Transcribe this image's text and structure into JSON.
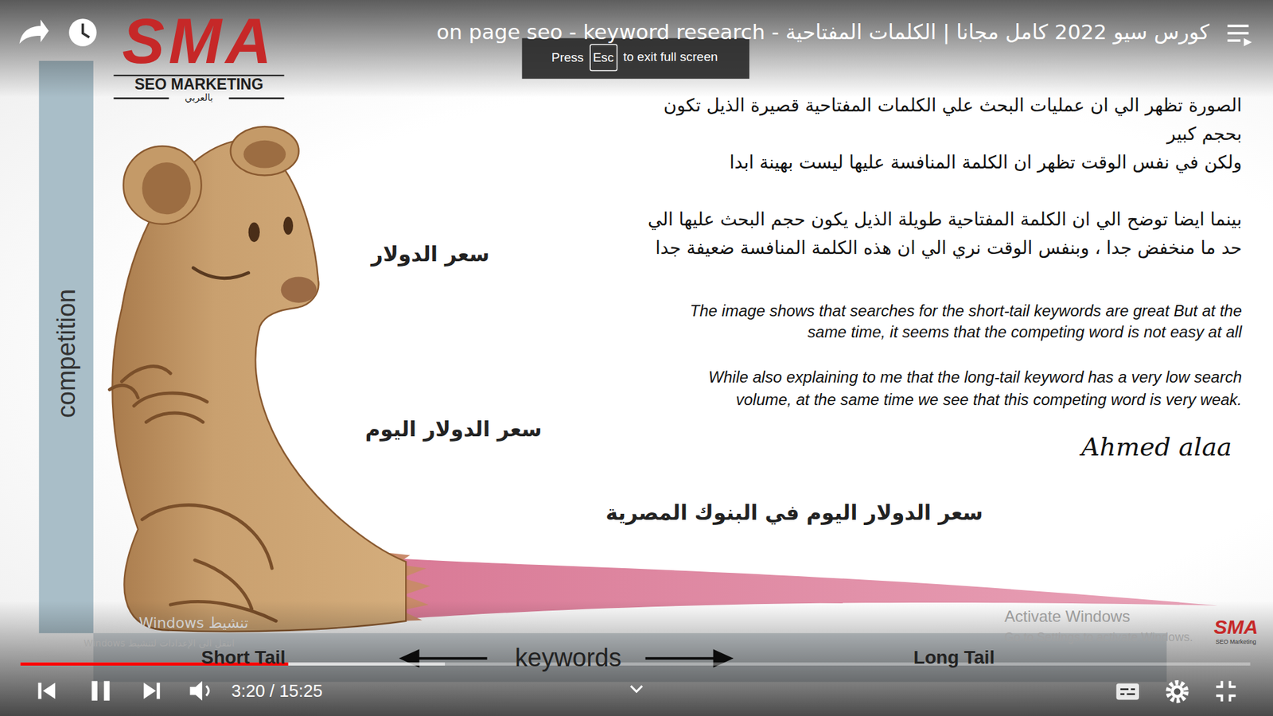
{
  "diagram": {
    "title": "كورس سيو 2022 كامل مجانا | الكلمات المفتاحية - on page seo - keyword research",
    "nodes": [
      {
        "text": [
          "competition"
        ]
      },
      {
        "text": [
          "Short Tail",
          "keywords",
          "Long Tail"
        ]
      }
    ],
    "labels": [
      "Press",
      "Esc",
      "to exit full screen",
      "SMA",
      "SEO MARKETING",
      "بالعربي",
      "الصورة تظهر الي ان عمليات البحث علي الكلمات المفتاحية قصيرة الذيل تكون بحجم كبير",
      "ولكن في نفس الوقت تظهر ان الكلمة المنافسة عليها ليست بهينة ابدا",
      "بينما ايضا توضح الي ان الكلمة المفتاحية طويلة الذيل يكون حجم البحث عليها الي حد ما منخفض جدا ، وبنفس الوقت نري الي ان هذه الكلمة المنافسة ضعيفة جدا",
      "The image shows that searches for the short-tail keywords are great But at the same time, it seems that the competing word is not easy at all",
      "While also explaining to me that the long-tail keyword has a very low search volume, at the same time we see that this competing word is very weak.",
      "Ahmed alaa",
      "سعر الدولار",
      "سعر الدولار اليوم",
      "سعر الدولار اليوم في البنوك المصرية",
      "تنشيط Windows",
      "انتقل الى الإعدادات لتنشيط Windows",
      "Activate Windows",
      "Go to Settings to activate Windows.",
      "SMA",
      "SEO Marketing",
      "3:20 / 15:25"
    ]
  }
}
